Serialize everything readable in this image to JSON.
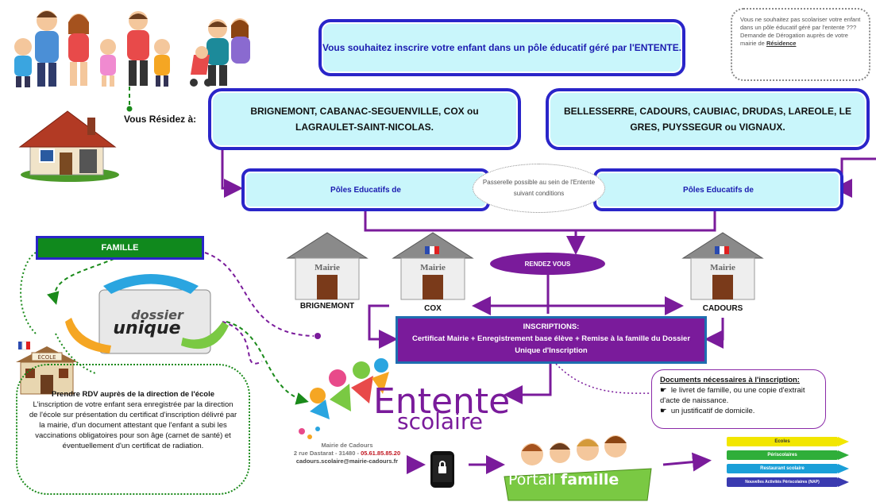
{
  "header": {
    "main_question": "Vous souhaitez inscrire votre enfant dans un pôle éducatif géré par l'ENTENTE.",
    "residez_label": "Vous Résidez à:"
  },
  "derogation_note": {
    "text": "Vous ne souhaitez pas scolariser votre enfant dans un pôle éducatif géré par l'entente ??? Demande de Dérogation auprès de votre mairie de ",
    "link": "Résidence"
  },
  "regions": {
    "left": "BRIGNEMONT, CABANAC-SEGUENVILLE, COX ou LAGRAULET-SAINT-NICOLAS.",
    "right": "BELLESSERRE, CADOURS, CAUBIAC, DRUDAS, LAREOLE, LE GRES, PUYSSEGUR ou VIGNAUX."
  },
  "poles": {
    "left": "Pôles Educatifs de",
    "right": "Pôles Educatifs de",
    "passerelle": "Passerelle possible au sein de l'Entente suivant conditions"
  },
  "mairies": [
    {
      "sign": "Mairie",
      "label": "BRIGNEMONT"
    },
    {
      "sign": "Mairie",
      "label": "COX"
    },
    {
      "sign": "Mairie",
      "label": "CADOURS"
    }
  ],
  "rendez_vous": "RENDEZ VOUS",
  "famille": "FAMILLE",
  "dossier": {
    "line1": "dossier",
    "line2": "unique"
  },
  "inscriptions": {
    "title": "INSCRIPTIONS:",
    "body": "Certificat Mairie + Enregistrement base élève + Remise  à la famille du Dossier Unique d'Inscription"
  },
  "documents": {
    "title": "Documents nécessaires à l'inscription:",
    "items": [
      "le livret de famille, ou une copie d'extrait d'acte de naissance.",
      "un justificatif de domicile."
    ]
  },
  "ecole": {
    "sign": "ÉCOLE",
    "title": "Prendre RDV auprès de la direction de l'école",
    "body": "L'inscription de votre enfant sera enregistrée par la direction de l'école sur présentation du certificat d'inscription délivré par la mairie, d'un document attestant que l'enfant a subi les vaccinations obligatoires pour son âge (carnet de santé) et éventuellement d'un certificat de radiation."
  },
  "entente": {
    "word1": "Entente",
    "word2": "scolaire",
    "mairie": "Mairie de Cadours",
    "address": "2 rue Dastarat - 31480 - ",
    "phone": "05.61.85.85.20",
    "email": "cadours.scolaire@mairie-cadours.fr"
  },
  "portail": {
    "word1": "Portail",
    "word2": "famille"
  },
  "pencils": [
    {
      "label": "Ecoles",
      "color": "#f2e600"
    },
    {
      "label": "Périscolaires",
      "color": "#2fae3a"
    },
    {
      "label": "Restaurant scolaire",
      "color": "#1a9fd8"
    },
    {
      "label": "Nouvelles Activités Périscolaires (NAP)",
      "color": "#3a3ab0"
    }
  ],
  "colors": {
    "blue_border": "#2a25c9",
    "box_fill": "#c9f6fb",
    "purple": "#7a1b9b",
    "green": "#10891d"
  }
}
